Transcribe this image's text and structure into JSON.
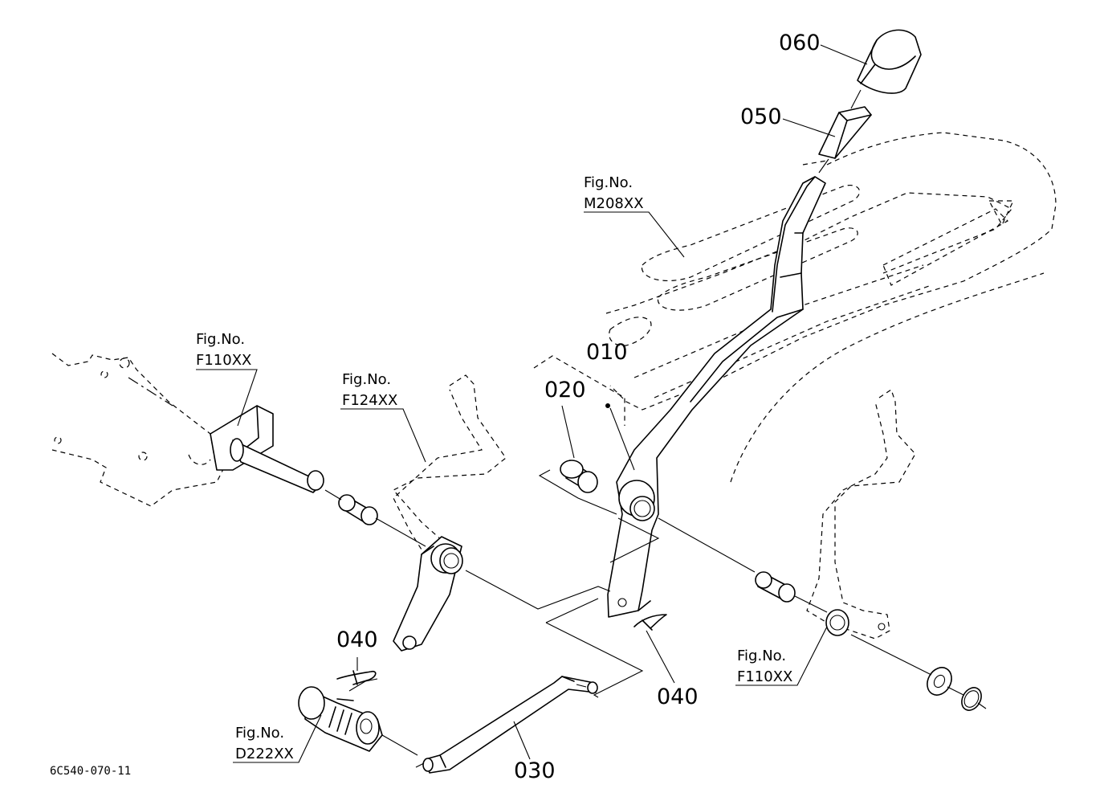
{
  "part_labels": {
    "p060": "060",
    "p050": "050",
    "p010": "010",
    "p020": "020",
    "p040a": "040",
    "p040b": "040",
    "p030": "030"
  },
  "figure_refs": {
    "m208": {
      "line1": "Fig.No.",
      "line2": "M208XX"
    },
    "f110_left": {
      "line1": "Fig.No.",
      "line2": "F110XX"
    },
    "f124": {
      "line1": "Fig.No.",
      "line2": "F124XX"
    },
    "f110_right": {
      "line1": "Fig.No.",
      "line2": "F110XX"
    },
    "d222": {
      "line1": "Fig.No.",
      "line2": "D222XX"
    }
  },
  "drawing_code": "6C540-070-11"
}
